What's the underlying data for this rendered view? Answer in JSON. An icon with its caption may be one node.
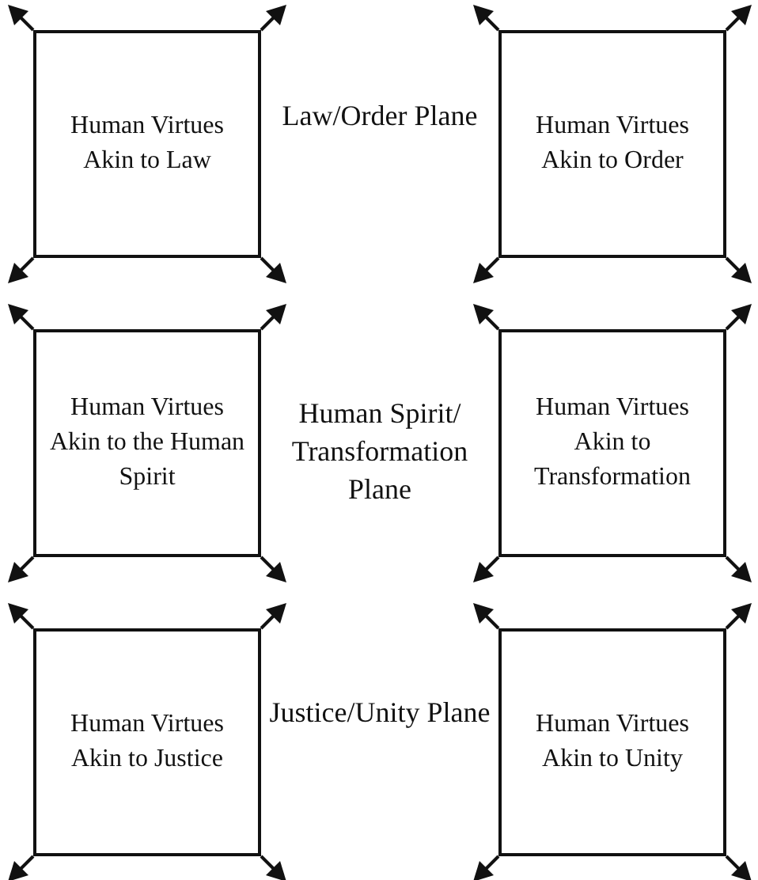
{
  "diagram": {
    "nodes": [
      {
        "text": [
          "Human Virtues Akin to Law"
        ]
      },
      {
        "text": [
          "Human Virtues Akin to Order"
        ]
      },
      {
        "text": [
          "Human Virtues Akin to the Human Spirit"
        ]
      },
      {
        "text": [
          "Human Virtues Akin to Transformation"
        ]
      },
      {
        "text": [
          "Human Virtues Akin to Justice"
        ]
      },
      {
        "text": [
          "Human Virtues Akin to Unity"
        ]
      }
    ],
    "labels": [
      "Law/Order Plane",
      "Human Spirit/ Transformation Plane",
      "Justice/Unity Plane"
    ]
  }
}
